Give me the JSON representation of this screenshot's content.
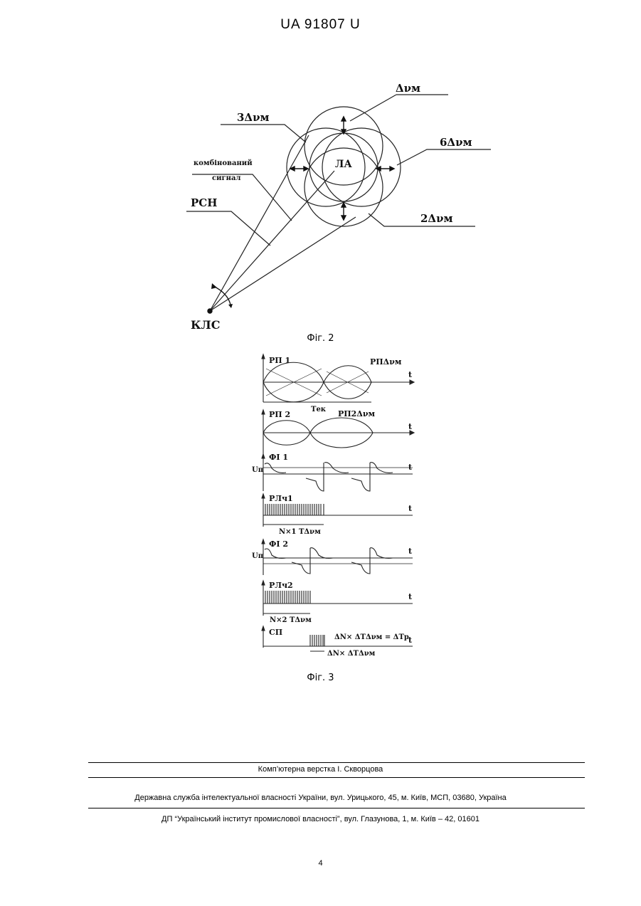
{
  "header": {
    "doc_number": "UA   91807   U"
  },
  "fig2": {
    "caption": "Фiг. 2",
    "labels": {
      "dv": "Δνм",
      "three_dv": "3Δνм",
      "six_dv": "6Δνм",
      "two_dv": "2Δνм",
      "combined_line1": "комбінований",
      "combined_line2": "сигнал",
      "rsn": "РСН",
      "la": "ЛА",
      "kls": "КЛС"
    }
  },
  "fig3": {
    "caption": "Фiг. 3",
    "labels": {
      "rp1": "РП 1",
      "rp_dv": "РПΔνм",
      "t": "t",
      "tek": "Tек",
      "rp2": "РП 2",
      "rp2dv": "РП2Δνм",
      "fi1": "ФІ 1",
      "un": "Uп",
      "rlch1": "РЛч1",
      "n1": "N×1 TΔνм",
      "fi2": "ФІ 2",
      "rlch2": "РЛч2",
      "n2": "N×2 TΔνм",
      "sp": "СП",
      "dn_eq": "ΔN× ΔTΔνм = ΔTр",
      "dn": "ΔN× ΔTΔνм"
    }
  },
  "footer": {
    "layout_credit": "Комп’ютерна верстка І. Скворцова",
    "service": "Державна служба інтелектуальної власності України, вул. Урицького, 45, м. Київ, МСП, 03680, Україна",
    "institute": "ДП “Український інститут промислової власності”, вул. Глазунова, 1, м. Київ – 42, 01601",
    "page_number": "4"
  }
}
